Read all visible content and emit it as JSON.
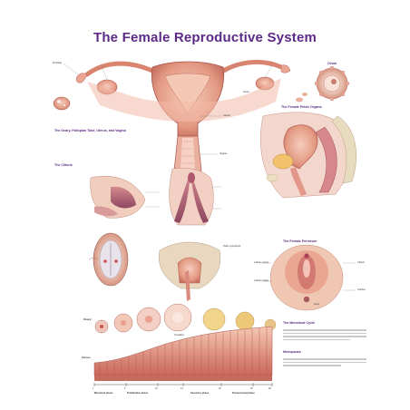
{
  "title": "The Female Reproductive System",
  "panels": {
    "ovary_fallopian": "The Ovary, Fallopian Tube, Uterus, and Vagina",
    "ovum": "Ovum",
    "pelvic_organs": "The Female Pelvic Organs",
    "clitoris": "The Clitoris",
    "female_perineum": "The Female Perineum",
    "menstrual_cycle": "The Menstrual Cycle",
    "menopause": "Menopause"
  },
  "labels": {
    "ovary": "Ovary",
    "uterus": "Uterus",
    "vagina": "Vagina",
    "fimbriae": "Fimbriae",
    "labium_minus": "Labium minus",
    "labium_majus": "Labium majus",
    "pubic_symphysis": "Pubic symphysis",
    "clitoris": "Clitoris",
    "anus": "Anus",
    "urethra": "Urethra"
  },
  "cycle": {
    "phases": [
      "Menstrual phase",
      "Proliferative phase",
      "Secretory phase",
      "Premenstrual phase"
    ],
    "days": [
      "1",
      "5",
      "10",
      "14",
      "20",
      "25",
      "28"
    ],
    "ovulation": "Ovulation",
    "row_labels": [
      "Ovary",
      "Uterus"
    ]
  },
  "colors": {
    "title": "#5b2a86",
    "tissue": "#e8a088",
    "tissue_dark": "#c8605a",
    "mucosa": "#f2c6b6"
  }
}
